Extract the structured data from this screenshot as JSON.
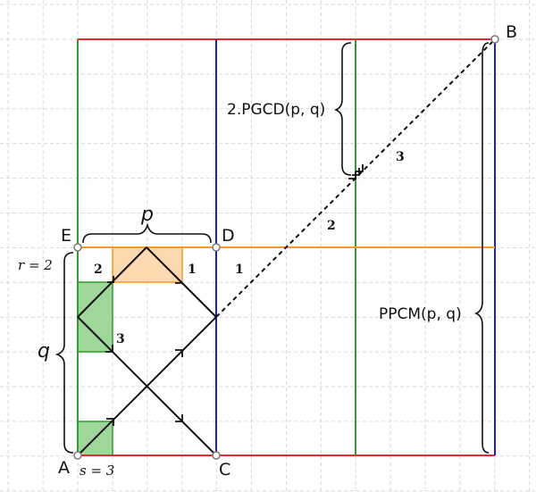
{
  "points": {
    "A": "A",
    "B": "B",
    "C": "C",
    "D": "D",
    "E": "E"
  },
  "labels": {
    "p": "p",
    "q": "q",
    "r_eq": "r = 2",
    "s_eq": "s = 3",
    "pgcd": "2.PGCD(p, q)",
    "ppcm": "PPCM(p, q)",
    "n1a": "1",
    "n2a": "2",
    "n3a": "3",
    "n1b": "1",
    "n2b": "2",
    "n3b": "3"
  },
  "colors": {
    "grid": "#d9d9d9",
    "red": "#e8282b",
    "green": "#2e9e2e",
    "blue": "#1f1fc8",
    "orange": "#f59a1c",
    "orange_fill": "#fdd9b0",
    "green_fill": "#9fd69a",
    "black": "#111111"
  }
}
